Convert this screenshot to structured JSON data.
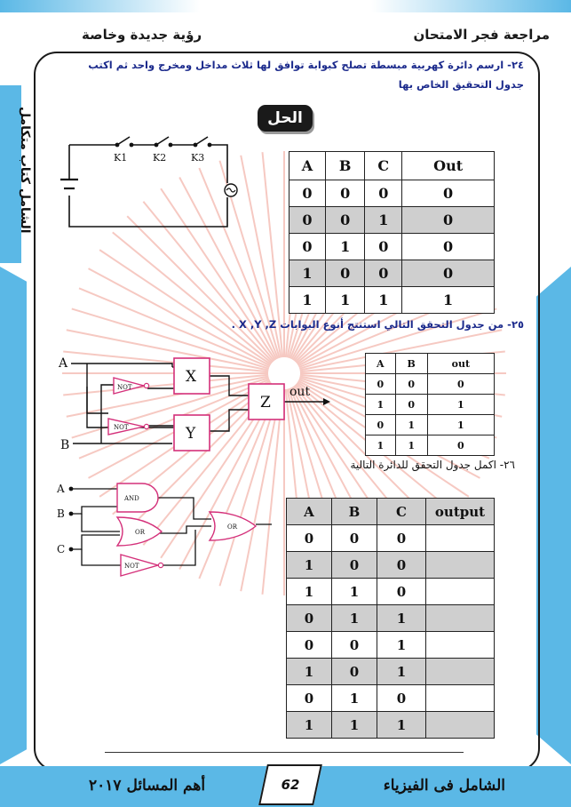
{
  "header": {
    "right_title": "مراجعة فجر الامتحان",
    "left_title": "رؤية جديدة وخاصة"
  },
  "side_label": "الشامل كتاب متكامل",
  "q24": {
    "text": "٢٤- ارسم دائرة كهربية مبسطة تصلح كبوابة توافق لها ثلاث مداخل ومخرج واحد ثم اكتب جدول التحقيق الخاص بها"
  },
  "solution_label": "الحل",
  "circuit1": {
    "switch_labels": [
      "K1",
      "K2",
      "K3"
    ]
  },
  "table1": {
    "headers": [
      "A",
      "B",
      "C",
      "Out"
    ],
    "rows": [
      [
        "0",
        "0",
        "0",
        "0"
      ],
      [
        "0",
        "0",
        "1",
        "0"
      ],
      [
        "0",
        "1",
        "0",
        "0"
      ],
      [
        "1",
        "0",
        "0",
        "0"
      ],
      [
        "1",
        "1",
        "1",
        "1"
      ]
    ]
  },
  "q25": {
    "text": "٢٥- من جدول التحقق التالي استنتج أنوع البوابات X ,Y ,Z ."
  },
  "circuit2": {
    "input_a": "A",
    "input_b": "B",
    "gate_x": "X",
    "gate_y": "Y",
    "gate_z": "Z",
    "not_label": "NOT",
    "out_label": "out"
  },
  "table2": {
    "headers": [
      "A",
      "B",
      "out"
    ],
    "rows": [
      [
        "0",
        "0",
        "0"
      ],
      [
        "1",
        "0",
        "1"
      ],
      [
        "0",
        "1",
        "1"
      ],
      [
        "1",
        "1",
        "0"
      ]
    ]
  },
  "q26": {
    "text": "٢٦- اكمل جدول التحقق للدائرة التالية"
  },
  "circuit3": {
    "input_a": "A",
    "input_b": "B",
    "input_c": "C",
    "and_label": "AND",
    "or1_label": "OR",
    "or2_label": "OR",
    "not_label": "NOT"
  },
  "table3": {
    "headers": [
      "A",
      "B",
      "C",
      "output"
    ],
    "rows": [
      [
        "0",
        "0",
        "0",
        ""
      ],
      [
        "1",
        "0",
        "0",
        ""
      ],
      [
        "1",
        "1",
        "0",
        ""
      ],
      [
        "0",
        "1",
        "1",
        ""
      ],
      [
        "0",
        "0",
        "1",
        ""
      ],
      [
        "1",
        "0",
        "1",
        ""
      ],
      [
        "0",
        "1",
        "0",
        ""
      ],
      [
        "1",
        "1",
        "1",
        ""
      ]
    ]
  },
  "footer": {
    "right_text": "الشامل فى الفيزياء",
    "left_text": "أهم المسائل ٢٠١٧",
    "page_number": "62"
  },
  "colors": {
    "band_blue": "#5bb8e6",
    "gate_pink": "#d4307a",
    "text_navy": "#1b2a8c",
    "row_gray": "#cfcfcf"
  }
}
